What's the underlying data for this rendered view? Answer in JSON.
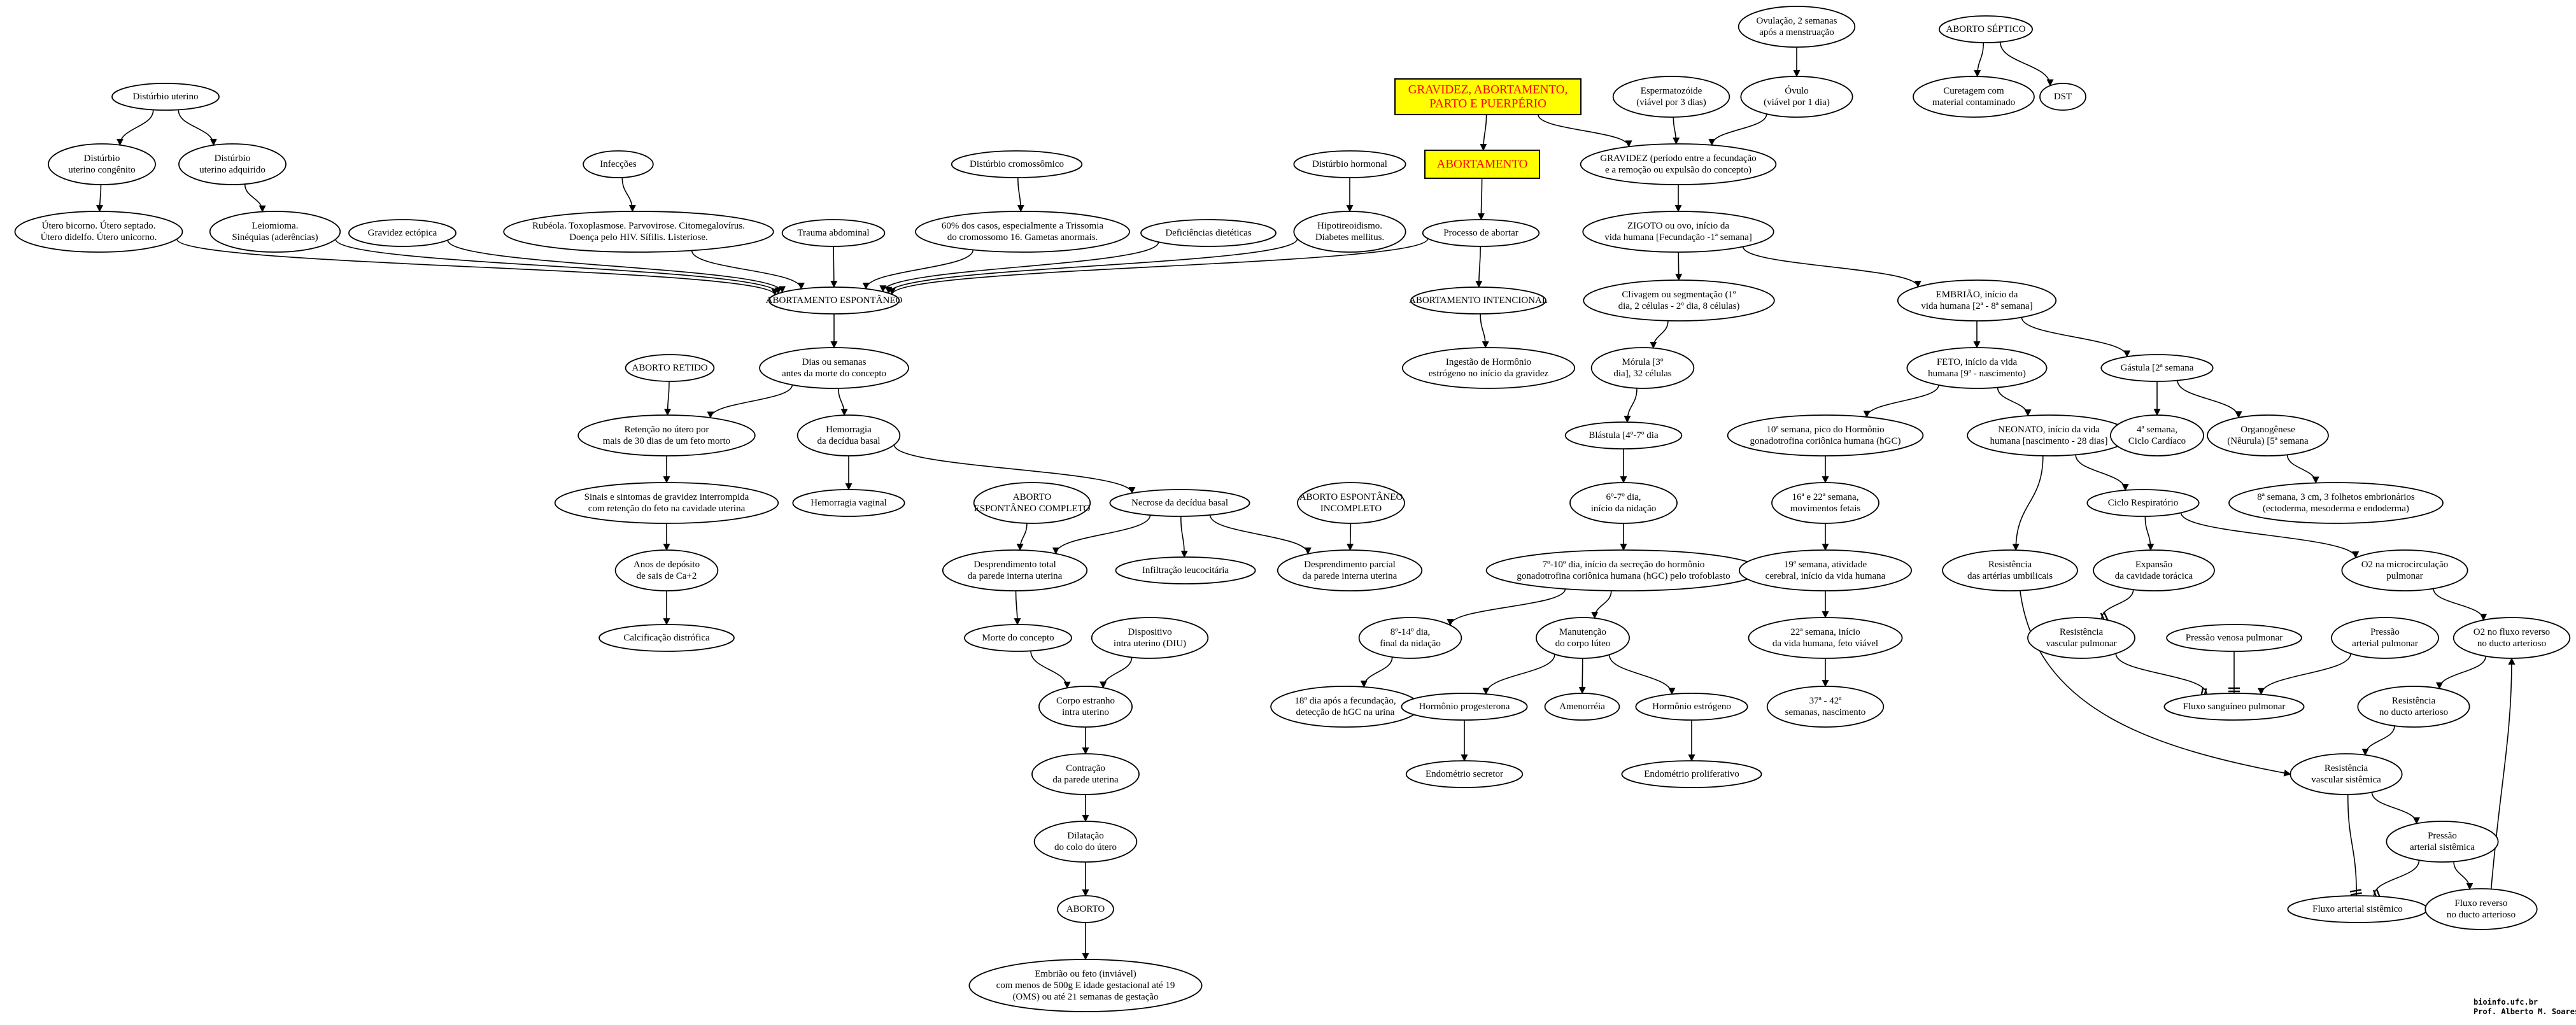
{
  "credits": {
    "line1": "bioinfo.ufc.br",
    "line2": "Prof. Alberto M. Soares"
  },
  "colors": {
    "highlight_fill": "#ffff00",
    "highlight_text": "#ff0000",
    "stroke": "#000000"
  },
  "nodes": {
    "gravidez_aborto_parto": {
      "lines": [
        "GRAVIDEZ, ABORTAMENTO,",
        "PARTO E PUERPÉRIO"
      ]
    },
    "abortamento": {
      "lines": [
        "ABORTAMENTO"
      ]
    },
    "processo_abortar": {
      "lines": [
        "Processo de abortar"
      ]
    },
    "aborto_intencional": {
      "lines": [
        "ABORTAMENTO INTENCIONAL"
      ]
    },
    "ingestao_hormonio": {
      "lines": [
        "Ingestão de Hormônio",
        "estrógeno no início da gravidez"
      ]
    },
    "disturbio_uterino": {
      "lines": [
        "Distúrbio uterino"
      ]
    },
    "dist_congenito": {
      "lines": [
        "Distúrbio",
        "uterino congênito"
      ]
    },
    "dist_adquirido": {
      "lines": [
        "Distúrbio",
        "uterino adquirido"
      ]
    },
    "utero_bicorno": {
      "lines": [
        "Útero bicorno. Útero septado.",
        "Útero didelfo. Útero unicorno."
      ]
    },
    "leiomioma": {
      "lines": [
        "Leiomioma.",
        "Sinéquias (aderências)"
      ]
    },
    "gravidez_ectopica": {
      "lines": [
        "Gravidez ectópica"
      ]
    },
    "infeccoes": {
      "lines": [
        "Infecções"
      ]
    },
    "rubeola": {
      "lines": [
        "Rubéola. Toxoplasmose. Parvovirose. Citomegalovírus.",
        "Doença pelo HIV. Sífilis. Listeriose."
      ]
    },
    "trauma": {
      "lines": [
        "Trauma abdominal"
      ]
    },
    "dist_cromossomico": {
      "lines": [
        "Distúrbio cromossômico"
      ]
    },
    "trissomia": {
      "lines": [
        "60% dos casos, especialmente a Trissomia",
        "do cromossomo 16. Gametas anormais."
      ]
    },
    "deficiencias": {
      "lines": [
        "Deficiências dietéticas"
      ]
    },
    "dist_hormonal": {
      "lines": [
        "Distúrbio hormonal"
      ]
    },
    "hipotireoidismo": {
      "lines": [
        "Hipotireoidismo.",
        "Diabetes mellitus."
      ]
    },
    "aborto_espontaneo": {
      "lines": [
        "ABORTAMENTO ESPONTÂNEO"
      ]
    },
    "aborto_retido": {
      "lines": [
        "ABORTO RETIDO"
      ]
    },
    "dias_semanas": {
      "lines": [
        "Dias ou semanas",
        "antes da morte do concepto"
      ]
    },
    "retencao": {
      "lines": [
        "Retenção no útero por",
        "mais de 30 dias de um feto morto"
      ]
    },
    "hemorragia_decidua": {
      "lines": [
        "Hemorragia",
        "da decídua basal"
      ]
    },
    "sinais_sintomas": {
      "lines": [
        "Sinais e sintomas de gravidez interrompida",
        "com retenção do feto na cavidade uterina"
      ]
    },
    "hemorragia_vaginal": {
      "lines": [
        "Hemorragia vaginal"
      ]
    },
    "anos_deposito": {
      "lines": [
        "Anos de depósito",
        "de sais de Ca+2"
      ]
    },
    "calcificacao": {
      "lines": [
        "Calcificação distrófica"
      ]
    },
    "aborto_completo": {
      "lines": [
        "ABORTO",
        "ESPONTÂNEO COMPLETO"
      ]
    },
    "necrose": {
      "lines": [
        "Necrose da decídua basal"
      ]
    },
    "aborto_incompleto": {
      "lines": [
        "ABORTO ESPONTÂNEO",
        "INCOMPLETO"
      ]
    },
    "desprend_total": {
      "lines": [
        "Desprendimento total",
        "da parede interna uterina"
      ]
    },
    "infiltracao": {
      "lines": [
        "Infiltração leucocitária"
      ]
    },
    "desprend_parcial": {
      "lines": [
        "Desprendimento parcial",
        "da parede interna uterina"
      ]
    },
    "morte_concepto": {
      "lines": [
        "Morte do concepto"
      ]
    },
    "diu": {
      "lines": [
        "Dispositivo",
        "intra uterino (DIU)"
      ]
    },
    "corpo_estranho": {
      "lines": [
        "Corpo estranho",
        "intra uterino"
      ]
    },
    "contracao": {
      "lines": [
        "Contração",
        "da parede uterina"
      ]
    },
    "dilatacao": {
      "lines": [
        "Dilatação",
        "do colo do útero"
      ]
    },
    "aborto": {
      "lines": [
        "ABORTO"
      ]
    },
    "embriao_feto": {
      "lines": [
        "Embrião ou feto (inviável)",
        "com menos de 500g E idade gestacional até 19",
        "(OMS) ou até 21 semanas de gestação"
      ]
    },
    "ovulacao": {
      "lines": [
        "Ovulação, 2 semanas",
        "após a menstruação"
      ]
    },
    "espermatozoide": {
      "lines": [
        "Espermatozóide",
        "(viável por 3 dias)"
      ]
    },
    "ovulo": {
      "lines": [
        "Óvulo",
        "(viável por 1 dia)"
      ]
    },
    "aborto_septico": {
      "lines": [
        "ABORTO SÉPTICO"
      ]
    },
    "curetagem": {
      "lines": [
        "Curetagem com",
        "material contaminado"
      ]
    },
    "dst": {
      "lines": [
        "DST"
      ]
    },
    "gravidez": {
      "lines": [
        "GRAVIDEZ (período entre a fecundação",
        "e a remoção ou expulsão do concepto)"
      ]
    },
    "zigoto": {
      "lines": [
        "ZIGOTO ou ovo, início da",
        "vida humana [Fecundação -1ª semana]"
      ]
    },
    "clivagem": {
      "lines": [
        "Clivagem ou segmentação (1º",
        "dia, 2 células - 2º dia, 8 células)"
      ]
    },
    "embriao": {
      "lines": [
        "EMBRIÃO, início da",
        "vida humana [2ª - 8ª semana]"
      ]
    },
    "morula": {
      "lines": [
        "Mórula [3º",
        "dia], 32 células"
      ]
    },
    "feto": {
      "lines": [
        "FETO, início da vida",
        "humana [9ª - nascimento)"
      ]
    },
    "glastula": {
      "lines": [
        "Gástula [2ª semana"
      ]
    },
    "blastula": {
      "lines": [
        "Blástula [4º-7º dia"
      ]
    },
    "semana10": {
      "lines": [
        "10ª semana, pico do Hormônio",
        "gonadotrofina coriônica humana (hGC)"
      ]
    },
    "neonato": {
      "lines": [
        "NEONATO, início da vida",
        "humana [nascimento - 28 dias]"
      ]
    },
    "semana4": {
      "lines": [
        "4ª semana,",
        "Ciclo Cardíaco"
      ]
    },
    "organogenese": {
      "lines": [
        "Organogênese",
        "(Nêurula) [5ª semana"
      ]
    },
    "dia6_7": {
      "lines": [
        "6º-7º dia,",
        "início da nidação"
      ]
    },
    "semana16_22": {
      "lines": [
        "16ª e 22ª semana,",
        "movimentos fetais"
      ]
    },
    "ciclo_respiratorio": {
      "lines": [
        "Ciclo Respiratório"
      ]
    },
    "semana8": {
      "lines": [
        "8ª semana, 3 cm, 3 folhetos embrionários",
        "(ectoderma, mesoderma e endoderma)"
      ]
    },
    "dia7_10": {
      "lines": [
        "7º-10º dia, início da secreção do hormônio",
        "gonadotrofina coriônica humana (hGC) pelo trofoblasto"
      ]
    },
    "semana19": {
      "lines": [
        "19ª semana, atividade",
        "cerebral, início da vida humana"
      ]
    },
    "resistencia_umbilicais": {
      "lines": [
        "Resistência",
        "das artérias umbilicais"
      ]
    },
    "expansao_toracica": {
      "lines": [
        "Expansão",
        "da cavidade torácica"
      ]
    },
    "o2_micro": {
      "lines": [
        "O2 na microcirculação",
        "pulmonar"
      ]
    },
    "dia8_14": {
      "lines": [
        "8º-14º dia,",
        "final da nidação"
      ]
    },
    "corpo_luteo": {
      "lines": [
        "Manutenção",
        "do corpo lúteo"
      ]
    },
    "semana22": {
      "lines": [
        "22ª semana, início",
        "da vida humana, feto viável"
      ]
    },
    "resist_vasc_pulmonar": {
      "lines": [
        "Resistência",
        "vascular pulmonar"
      ]
    },
    "pressao_venosa": {
      "lines": [
        "Pressão venosa pulmonar"
      ]
    },
    "pressao_arterial_pulm": {
      "lines": [
        "Pressão",
        "arterial pulmonar"
      ]
    },
    "o2_fluxo_reverso": {
      "lines": [
        "O2 no fluxo reverso",
        "no ducto arterioso"
      ]
    },
    "dia18": {
      "lines": [
        "18º dia após a fecundação,",
        "detecção de hGC na urina"
      ]
    },
    "progesterona": {
      "lines": [
        "Hormônio progesterona"
      ]
    },
    "amenorreia": {
      "lines": [
        "Amenorréia"
      ]
    },
    "estrogeno": {
      "lines": [
        "Hormônio estrógeno"
      ]
    },
    "semana37_42": {
      "lines": [
        "37ª - 42ª",
        "semanas, nascimento"
      ]
    },
    "fluxo_pulmonar": {
      "lines": [
        "Fluxo sanguíneo pulmonar"
      ]
    },
    "resist_ducto": {
      "lines": [
        "Resistência",
        "no ducto arterioso"
      ]
    },
    "endometrio_secretor": {
      "lines": [
        "Endométrio secretor"
      ]
    },
    "endometrio_proliferativo": {
      "lines": [
        "Endométrio proliferativo"
      ]
    },
    "resist_vasc_sistemica": {
      "lines": [
        "Resistência",
        "vascular sistêmica"
      ]
    },
    "pressao_arterial_sist": {
      "lines": [
        "Pressão",
        "arterial sistêmica"
      ]
    },
    "fluxo_arterial_sist": {
      "lines": [
        "Fluxo arterial sistêmico"
      ]
    },
    "fluxo_reverso": {
      "lines": [
        "Fluxo reverso",
        "no ducto arterioso"
      ]
    }
  }
}
